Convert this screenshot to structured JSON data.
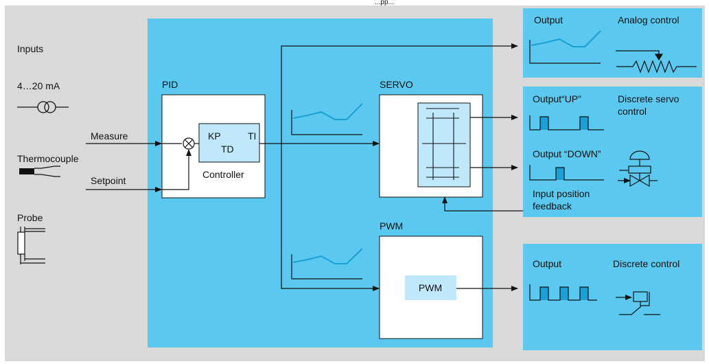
{
  "colors": {
    "background": "#d9d9d9",
    "blue": "#5bc8ef",
    "light_blue": "#bfe9fb",
    "line": "#111111",
    "trend": "#1a9fd6"
  },
  "top_label": "...pp...",
  "inputs": {
    "title": "Inputs",
    "current": "4…20 mA",
    "thermocouple": "Thermocouple",
    "probe": "Probe"
  },
  "signals": {
    "measure": "Measure",
    "setpoint": "Setpoint"
  },
  "pid": {
    "title": "PID",
    "kp": "KP",
    "ti": "TI",
    "td": "TD",
    "controller": "Controller"
  },
  "servo": {
    "title": "SERVO"
  },
  "pwm": {
    "title": "PWM",
    "block": "PWM"
  },
  "outputs": {
    "analog": {
      "output": "Output",
      "control": "Analog control"
    },
    "servo": {
      "up": "Output“UP”",
      "down": "Output “DOWN”",
      "control_line1": "Discrete servo",
      "control_line2": "control",
      "feedback_line1": "Input position",
      "feedback_line2": "feedback"
    },
    "discrete": {
      "output": "Output",
      "control": "Discrete control"
    }
  },
  "icons": [
    "current-transformer-icon",
    "thermocouple-icon",
    "probe-icon",
    "summing-junction-icon",
    "potentiometer-icon",
    "servo-valve-icon",
    "relay-contact-icon"
  ]
}
